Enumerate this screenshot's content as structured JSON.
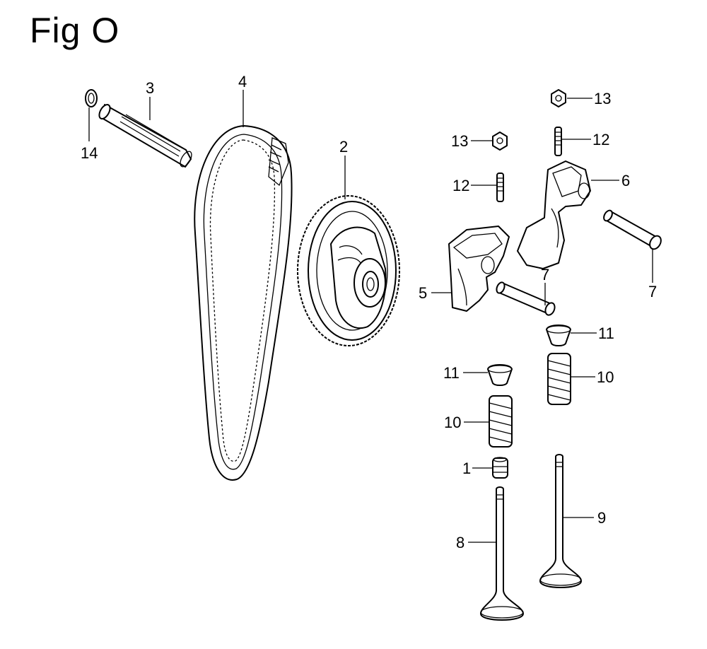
{
  "figure": {
    "title": "Fig O"
  },
  "callouts": [
    {
      "id": "c3",
      "text": "3"
    },
    {
      "id": "c4",
      "text": "4"
    },
    {
      "id": "c14",
      "text": "14"
    },
    {
      "id": "c2",
      "text": "2"
    },
    {
      "id": "c13a",
      "text": "13"
    },
    {
      "id": "c13b",
      "text": "13"
    },
    {
      "id": "c12a",
      "text": "12"
    },
    {
      "id": "c12b",
      "text": "12"
    },
    {
      "id": "c6",
      "text": "6"
    },
    {
      "id": "c5",
      "text": "5"
    },
    {
      "id": "c7a",
      "text": "7"
    },
    {
      "id": "c7b",
      "text": "7"
    },
    {
      "id": "c11a",
      "text": "11"
    },
    {
      "id": "c11b",
      "text": "11"
    },
    {
      "id": "c10a",
      "text": "10"
    },
    {
      "id": "c10b",
      "text": "10"
    },
    {
      "id": "c1",
      "text": "1"
    },
    {
      "id": "c8",
      "text": "8"
    },
    {
      "id": "c9",
      "text": "9"
    }
  ]
}
